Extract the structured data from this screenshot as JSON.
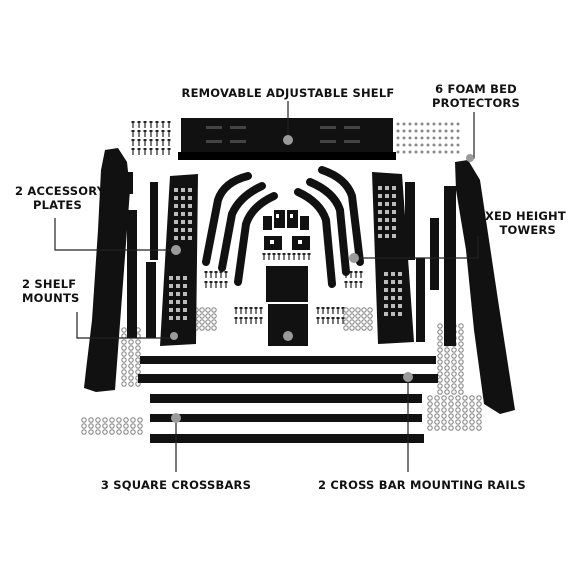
{
  "labels": {
    "shelf": "REMOVABLE ADJUSTABLE SHELF",
    "foam_line1": "6 FOAM BED",
    "foam_line2": "PROTECTORS",
    "plates_line1": "2 ACCESSORY",
    "plates_line2": "PLATES",
    "towers_line1": "6 FIXED HEIGHT",
    "towers_line2": "TOWERS",
    "mounts_line1": "2 SHELF",
    "mounts_line2": "MOUNTS",
    "crossbars": "3 SQUARE CROSSBARS",
    "rails": "2 CROSS BAR MOUNTING RAILS"
  },
  "colors": {
    "part": "#111111",
    "leader": "#222222",
    "marker": "#9a9a9a",
    "hardware": "#8a8a8a",
    "background": "#ffffff"
  }
}
